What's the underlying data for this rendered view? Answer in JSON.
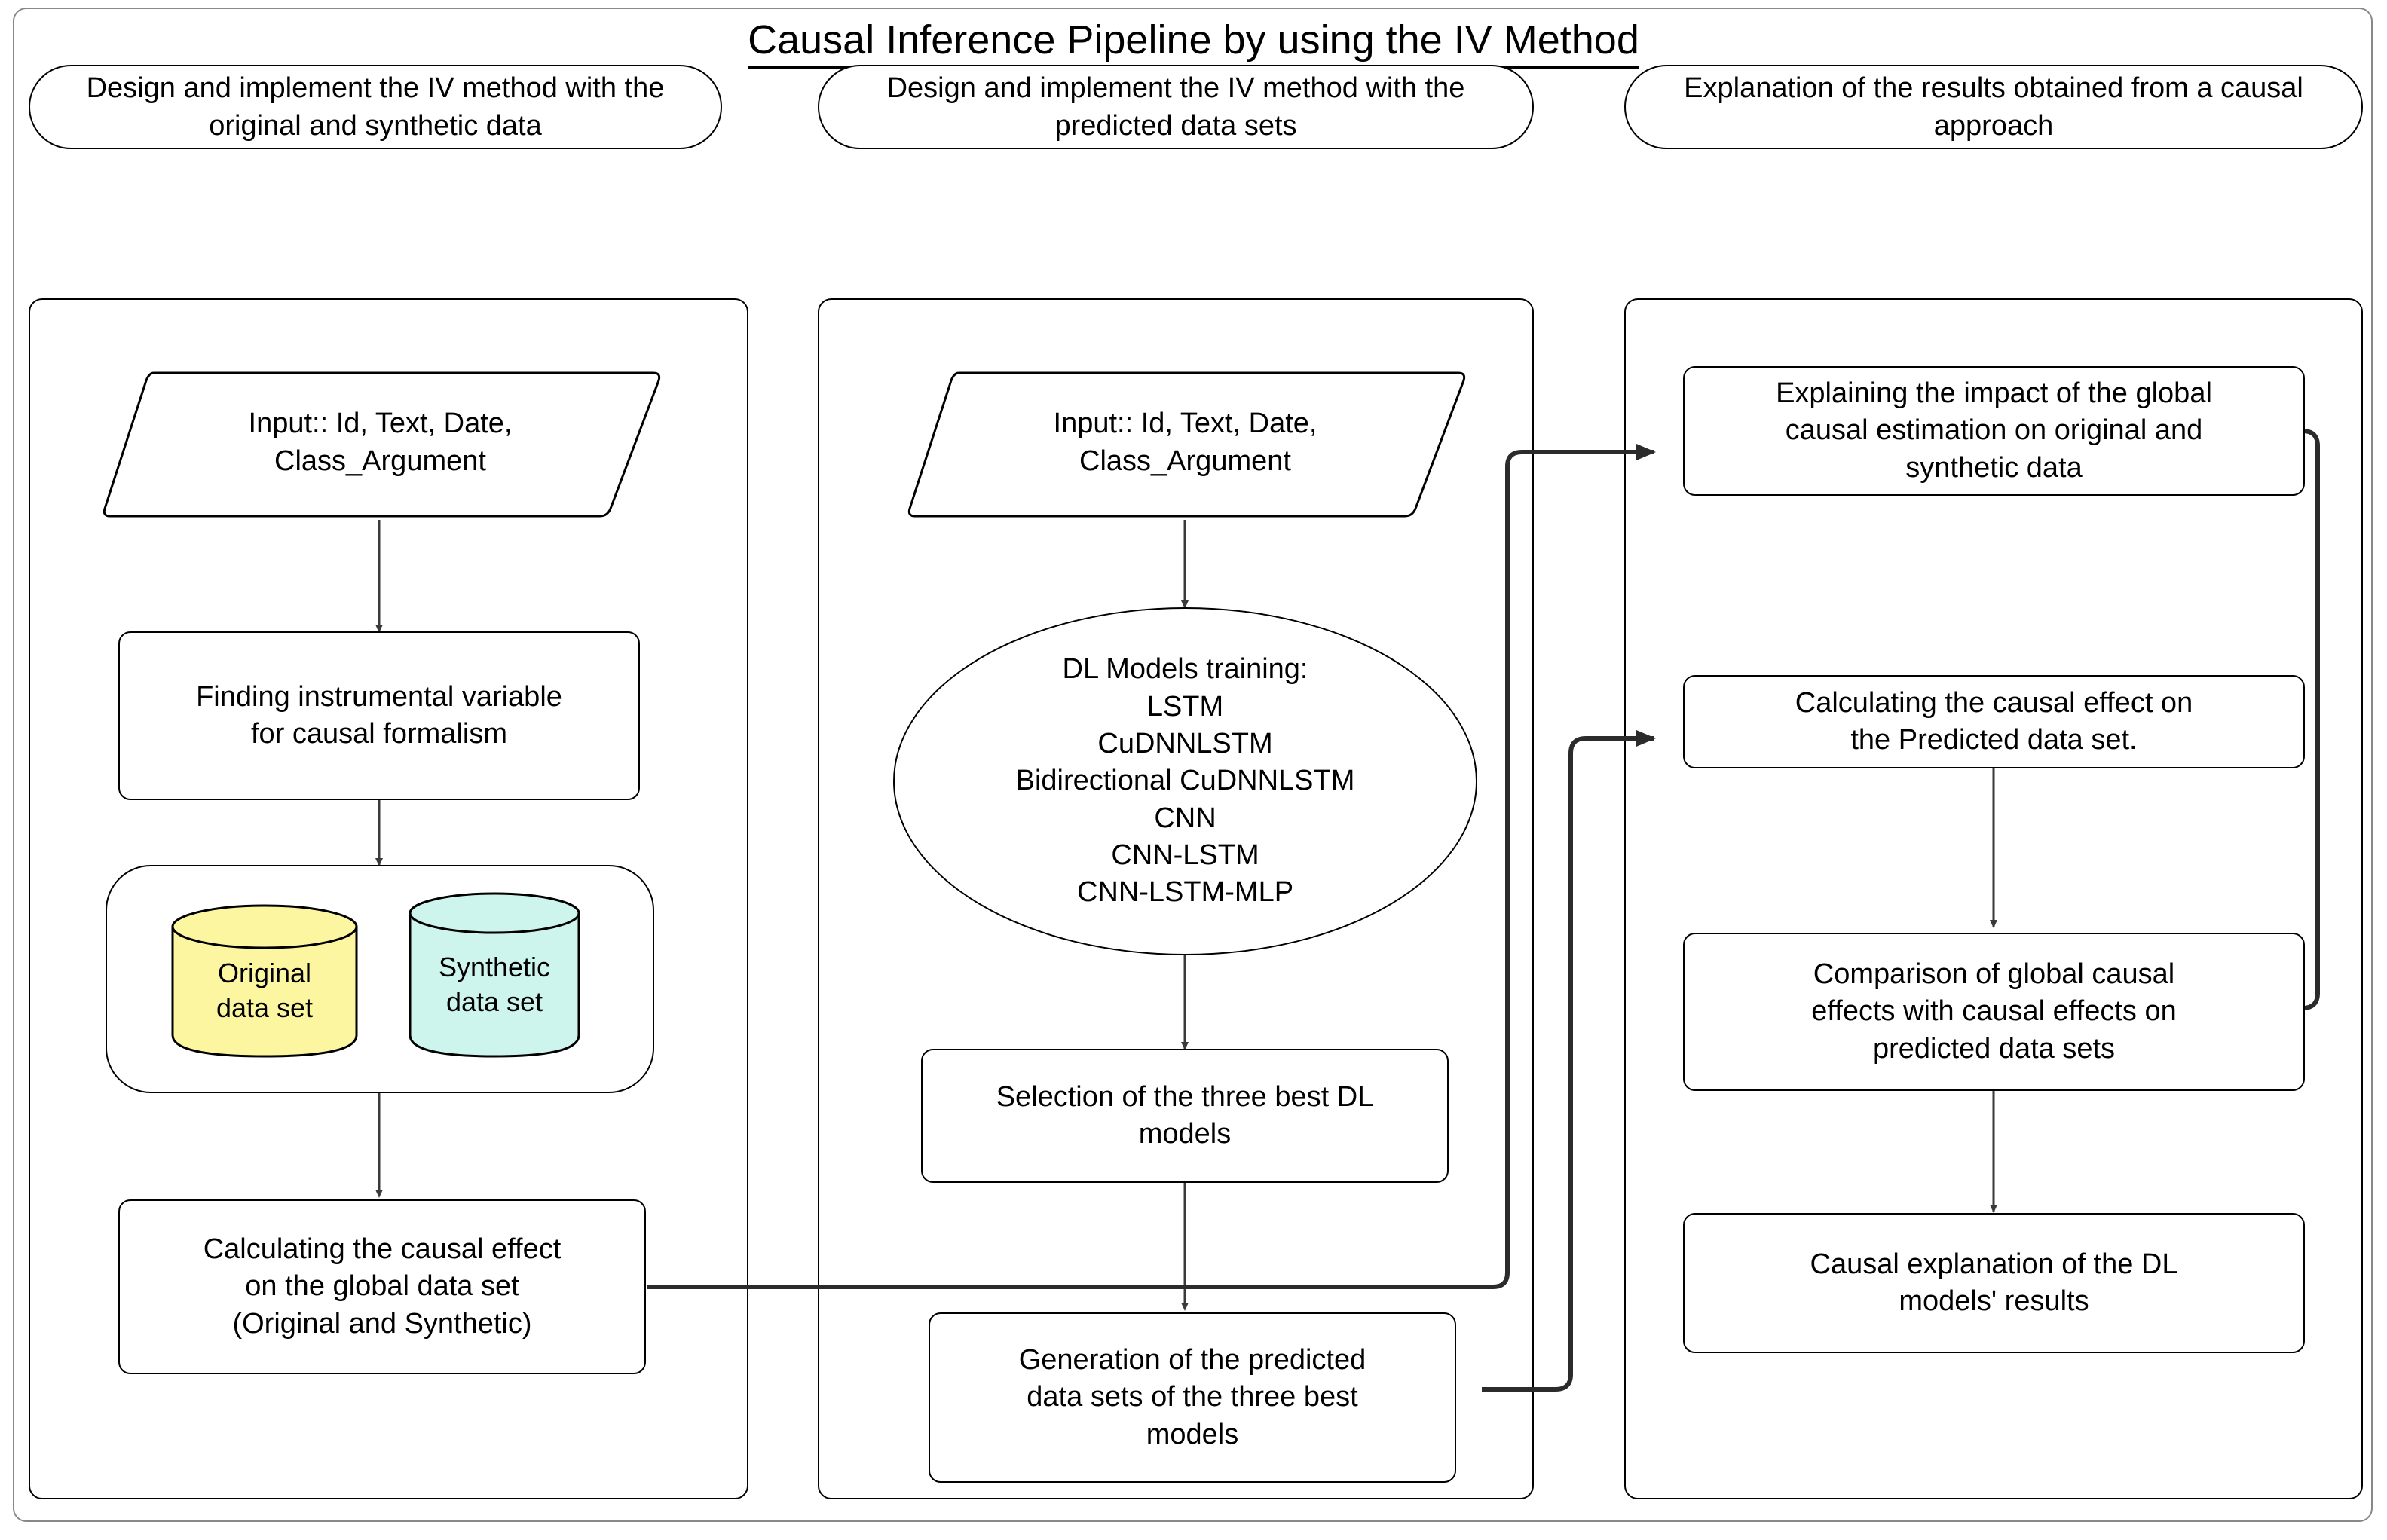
{
  "title": "Causal Inference Pipeline by using the IV Method",
  "lanes": [
    {
      "id": "lane-original-synthetic",
      "header": "Design and implement the IV method with\nthe original and synthetic data",
      "nodes": [
        {
          "id": "input-1",
          "shape": "parallelogram",
          "label": "Input:: Id, Text, Date,\nClass_Argument"
        },
        {
          "id": "find-iv",
          "shape": "rounded-rect",
          "label": "Finding instrumental variable\nfor causal formalism"
        },
        {
          "id": "datasets-group",
          "shape": "group",
          "label": ""
        },
        {
          "id": "calc-global",
          "shape": "rounded-rect",
          "label": "Calculating the causal effect\non the global data set\n(Original and Synthetic)"
        }
      ],
      "datastores": [
        {
          "id": "original-dataset",
          "label": "Original\ndata set",
          "color": "#fdf6a0"
        },
        {
          "id": "synthetic-dataset",
          "label": "Synthetic\ndata set",
          "color": "#cdf5ee"
        }
      ]
    },
    {
      "id": "lane-predicted",
      "header": "Design and implement the IV method with\nthe predicted data sets",
      "nodes": [
        {
          "id": "input-2",
          "shape": "parallelogram",
          "label": "Input:: Id, Text, Date,\nClass_Argument"
        },
        {
          "id": "dl-training",
          "shape": "ellipse",
          "label": "DL Models training:\nLSTM\nCuDNNLSTM\nBidirectional CuDNNLSTM\nCNN\nCNN-LSTM\nCNN-LSTM-MLP"
        },
        {
          "id": "select-best",
          "shape": "rounded-rect",
          "label": "Selection of the three best DL\nmodels"
        },
        {
          "id": "generate-predicted",
          "shape": "rounded-rect",
          "label": "Generation of the predicted\ndata sets of the three best\nmodels"
        }
      ]
    },
    {
      "id": "lane-explanation",
      "header": "Explanation of the results obtained from a\ncausal approach",
      "nodes": [
        {
          "id": "explain-impact",
          "shape": "rounded-rect",
          "label": "Explaining the impact of the global\ncausal estimation on original and\nsynthetic data"
        },
        {
          "id": "calc-predicted",
          "shape": "rounded-rect",
          "label": "Calculating the causal effect on\nthe Predicted data set."
        },
        {
          "id": "comparison",
          "shape": "rounded-rect",
          "label": "Comparison of global causal\neffects with causal effects on\npredicted data sets"
        },
        {
          "id": "causal-explanation",
          "shape": "rounded-rect",
          "label": "Causal explanation of the DL\nmodels' results"
        }
      ]
    }
  ],
  "colors": {
    "stroke": "#000000",
    "background": "#ffffff",
    "frame": "#888888",
    "original_dataset_fill": "#fdf6a0",
    "synthetic_dataset_fill": "#cdf5ee"
  },
  "edges": [
    {
      "from": "input-1",
      "to": "find-iv",
      "style": "arrow-down"
    },
    {
      "from": "find-iv",
      "to": "datasets-group",
      "style": "arrow-down"
    },
    {
      "from": "datasets-group",
      "to": "calc-global",
      "style": "arrow-down"
    },
    {
      "from": "input-2",
      "to": "dl-training",
      "style": "arrow-down"
    },
    {
      "from": "dl-training",
      "to": "select-best",
      "style": "arrow-down"
    },
    {
      "from": "select-best",
      "to": "generate-predicted",
      "style": "arrow-down"
    },
    {
      "from": "calc-global",
      "to": "explain-impact",
      "style": "orthogonal-right"
    },
    {
      "from": "generate-predicted",
      "to": "calc-predicted",
      "style": "orthogonal-right"
    },
    {
      "from": "calc-predicted",
      "to": "comparison",
      "style": "arrow-down"
    },
    {
      "from": "comparison",
      "to": "causal-explanation",
      "style": "arrow-down"
    },
    {
      "from": "explain-impact",
      "to": "comparison",
      "style": "orthogonal-loop-right"
    }
  ]
}
